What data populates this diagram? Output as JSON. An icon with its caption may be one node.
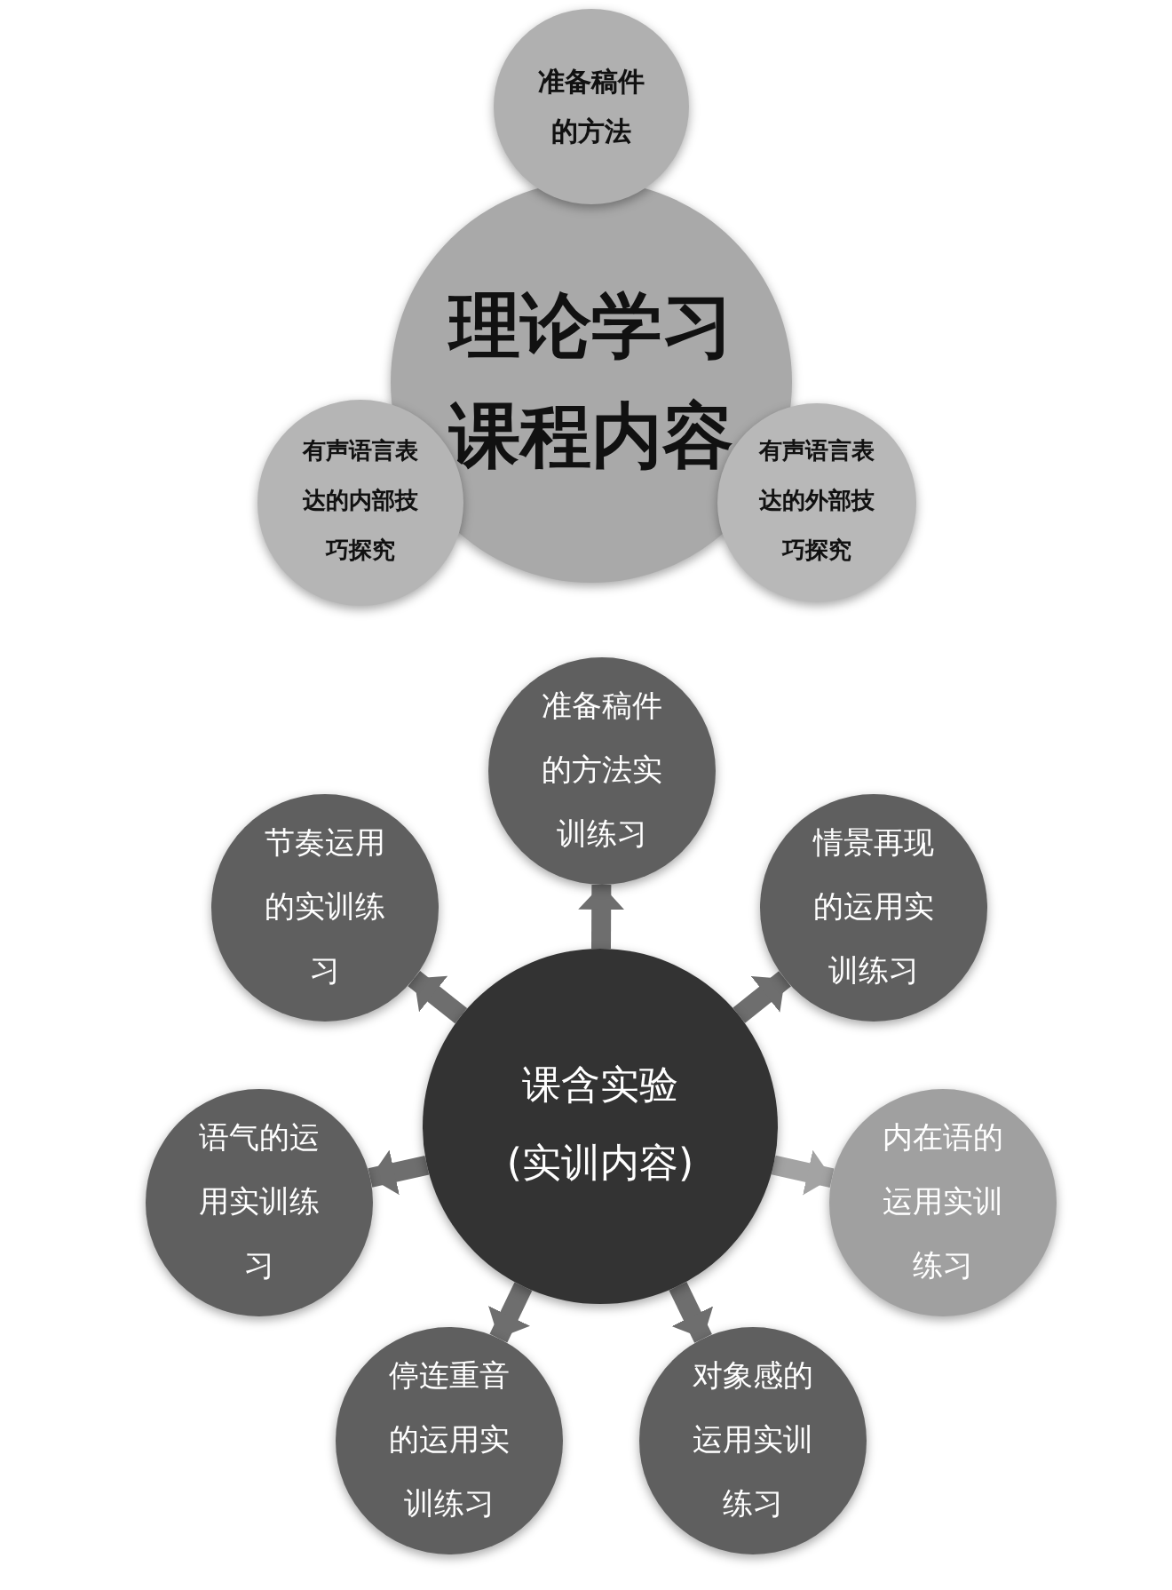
{
  "diagram": {
    "nodes": [
      {
        "text": [
          "理论学习课程内容"
        ]
      },
      {
        "text": [
          "准备稿件的方法"
        ]
      },
      {
        "text": [
          "有声语言表达的内部技巧探究"
        ]
      },
      {
        "text": [
          "有声语言表达的外部技巧探究"
        ]
      },
      {
        "text": [
          "课含实验",
          "(实训内容)"
        ]
      },
      {
        "text": [
          "准备稿件的方法实训练习"
        ]
      },
      {
        "text": [
          "节奏运用的实训练习"
        ]
      },
      {
        "text": [
          "情景再现的运用实训练习"
        ]
      },
      {
        "text": [
          "语气的运用实训练习"
        ]
      },
      {
        "text": [
          "内在语的运用实训练习"
        ]
      },
      {
        "text": [
          "停连重音的运用实训练习"
        ]
      },
      {
        "text": [
          "对象感的运用实训练习"
        ]
      }
    ],
    "edges": [
      {
        "from": 4,
        "to": 5,
        "arrow": "to"
      },
      {
        "from": 4,
        "to": 6,
        "arrow": "to"
      },
      {
        "from": 4,
        "to": 7,
        "arrow": "to"
      },
      {
        "from": 4,
        "to": 8,
        "arrow": "to"
      },
      {
        "from": 4,
        "to": 9,
        "arrow": "to",
        "color": "#a3a3a3"
      },
      {
        "from": 4,
        "to": 10,
        "arrow": "to"
      },
      {
        "from": 4,
        "to": 11,
        "arrow": "to"
      }
    ]
  }
}
